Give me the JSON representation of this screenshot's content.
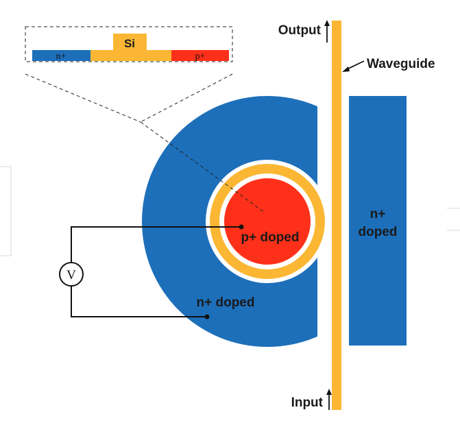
{
  "labels": {
    "output": "Output",
    "input": "Input",
    "waveguide": "Waveguide",
    "p_doped": "p+ doped",
    "n_doped_ring": "n+ doped",
    "n_doped_bar_line1": "n+",
    "n_doped_bar_line2": "doped",
    "voltage": "V"
  },
  "inset": {
    "si": "Si",
    "n_region": "n+",
    "p_region": "p+"
  },
  "colors": {
    "n_doped": "#1d6fba",
    "silicon": "#fbb734",
    "p_doped": "#ff3019",
    "wire": "#111111",
    "background": "#ffffff"
  }
}
